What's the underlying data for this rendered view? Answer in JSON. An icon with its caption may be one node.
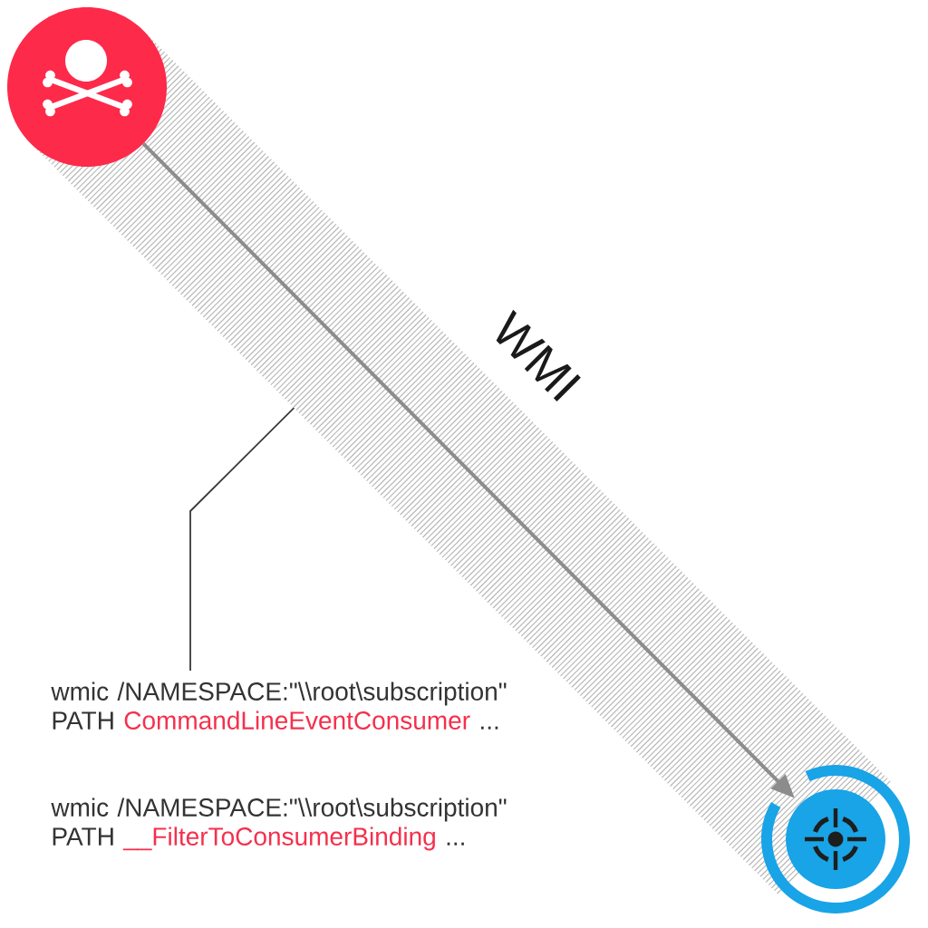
{
  "diagram": {
    "nodes": [
      {
        "text": [],
        "shape": "circle"
      },
      {
        "text": [],
        "shape": "circle"
      },
      {
        "text": [
          "wmic /NAMESPACE:\"\\\\root\\subscription\" PATH CommandLineEventConsumer ...",
          "wmic /NAMESPACE:\"\\\\root\\subscription\" PATH __FilterToConsumerBinding ..."
        ]
      }
    ],
    "edges": [
      {
        "from": 0,
        "to": 1,
        "arrow": "to",
        "color": "#8c8c8c"
      },
      {
        "from": 2,
        "to": null,
        "arrow": "none",
        "color": "#3a3a3a"
      }
    ],
    "labels": [
      "WMI"
    ]
  }
}
